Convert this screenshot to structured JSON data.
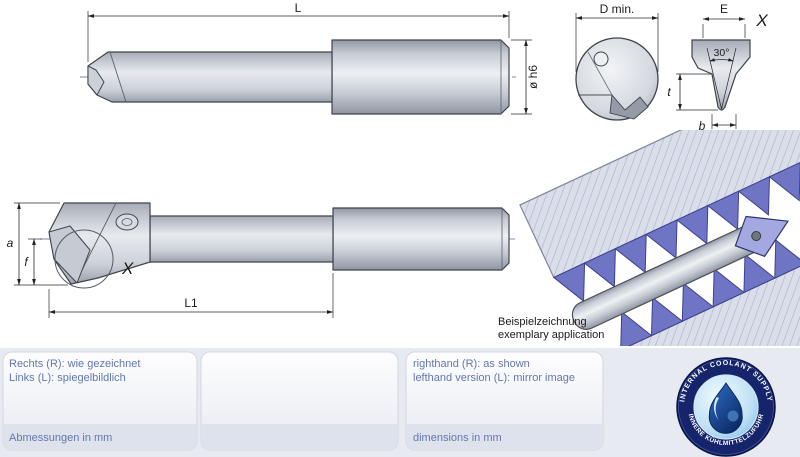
{
  "views": {
    "side_top": {
      "dim_length": "L",
      "dim_shank_dia": "ø h6"
    },
    "front": {
      "dim_bore": "D min."
    },
    "detail": {
      "dim_width": "E",
      "label": "X",
      "angle": "30°",
      "dim_depth": "t",
      "dim_tip_width": "b"
    },
    "side_bottom": {
      "dim_height": "a",
      "dim_tip_drop": "f",
      "detail_ref": "X",
      "dim_reach": "L1"
    },
    "application": {
      "caption_de": "Beispielzeichnung",
      "caption_en": "exemplary application"
    }
  },
  "footer": {
    "german": {
      "line1": "Rechts (R): wie gezeichnet",
      "line2": "Links (L): spiegelbildlich",
      "units": "Abmessungen in mm"
    },
    "english": {
      "line1": "righthand (R): as shown",
      "line2": "lefthand version (L): mirror image",
      "units": "dimensions in mm"
    },
    "badge": {
      "top": "INTERNAL COOLANT SUPPLY",
      "bottom": "INNERE KÜHLMITTELZUFUHR"
    }
  },
  "colors": {
    "footer_text": "#6478ad",
    "panel_fill": "#f2f4f8",
    "metal_light": "#eef0f3",
    "metal_dark": "#8f96a3",
    "outline": "#3f444d",
    "thread_purple": "#6f74c4",
    "insert_purple": "#a3a8e0",
    "centerline_blue": "#7a86b8",
    "badge_navy": "#15246b",
    "badge_drop_blue": "#174a9e"
  }
}
